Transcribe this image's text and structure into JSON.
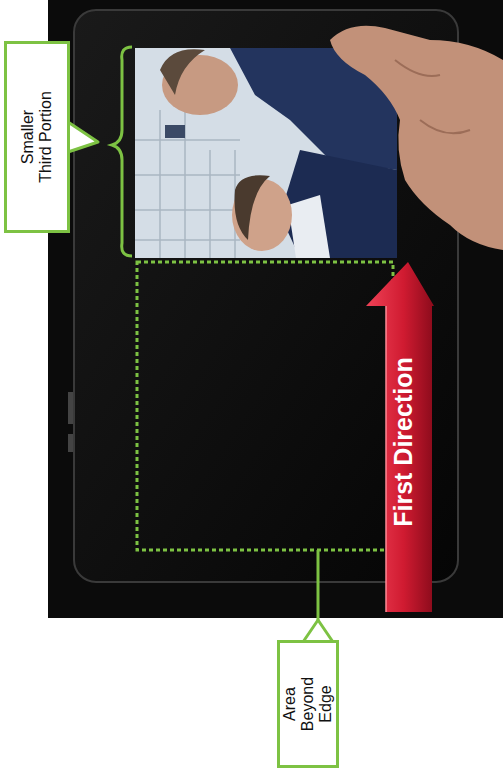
{
  "diagram": {
    "nodes": [
      {
        "text": [
          "Smaller Third Portion"
        ]
      },
      {
        "text": [
          "First Direction"
        ]
      },
      {
        "text": [
          "Area Beyond Edge"
        ]
      }
    ]
  }
}
